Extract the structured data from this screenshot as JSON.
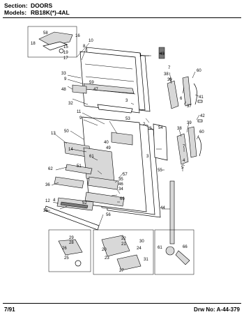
{
  "header": {
    "section_label": "Section:",
    "section_value": "DOORS",
    "models_label": "Models:",
    "models_value": "RB18K(*)-4AL"
  },
  "footer": {
    "date": "7/91",
    "drawing_no": "Drw No: A-44-379"
  },
  "callouts": {
    "c1": "1",
    "c2": "2",
    "c3": "3",
    "c4": "4",
    "c5": "5",
    "c6": "6",
    "c7": "7",
    "c8": "8",
    "c9": "9",
    "c10": "10",
    "c11": "11",
    "c12": "12",
    "c13": "13",
    "c14": "14",
    "c15": "15",
    "c16": "16",
    "c17": "17",
    "c18": "18",
    "c19": "19",
    "c20": "20",
    "c21": "21",
    "c22": "22",
    "c23": "23",
    "c24": "24",
    "c25": "25",
    "c26": "26",
    "c27": "27",
    "c28": "28",
    "c29": "29",
    "c30": "30",
    "c31": "31",
    "c32": "32",
    "c33": "33",
    "c34": "34",
    "c35": "35",
    "c36": "36",
    "c37": "37",
    "c38": "38",
    "c39": "39",
    "c40": "40",
    "c41": "41",
    "c42": "42",
    "c43": "43",
    "c44": "44",
    "c46": "46",
    "c47": "47",
    "c48": "48",
    "c49": "49",
    "c50": "50",
    "c51": "51",
    "c52": "52",
    "c53": "53",
    "c54": "54",
    "c55": "55",
    "c56": "56",
    "c57": "57",
    "c58": "58",
    "c59": "59",
    "c60": "60",
    "c61": "61",
    "c62": "62",
    "c66": "66"
  }
}
